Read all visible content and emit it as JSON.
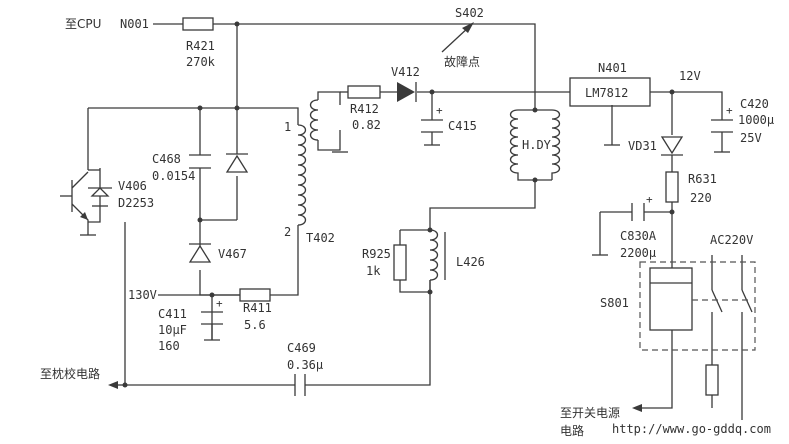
{
  "labels": {
    "to_cpu": "至CPU",
    "n001": "N001",
    "r421_name": "R421",
    "r421_val": "270k",
    "s402": "S402",
    "fault_point": "故障点",
    "v412": "V412",
    "r412_name": "R412",
    "r412_val": "0.82",
    "c415": "C415",
    "n401": "N401",
    "lm7812": "LM7812",
    "v12": "12V",
    "c420_name": "C420",
    "c420_val1": "1000μ",
    "c420_val2": "25V",
    "c468_name": "C468",
    "c468_val": "0.0154",
    "v406": "V406",
    "d2253": "D2253",
    "pin1": "1",
    "pin2": "2",
    "t402": "T402",
    "hdy": "H.DY",
    "vd31": "VD31",
    "r631_name": "R631",
    "r631_val": "220",
    "v467": "V467",
    "r925_name": "R925",
    "r925_val": "1k",
    "l426": "L426",
    "c830a_name": "C830A",
    "c830a_val": "2200μ",
    "ac220v": "AC220V",
    "v130": "130V",
    "c411_name": "C411",
    "c411_val1": "10μF",
    "c411_val2": "160",
    "r411_name": "R411",
    "r411_val": "5.6",
    "s801": "S801",
    "c469_name": "C469",
    "c469_val": "0.36μ",
    "to_pillow": "至枕校电路",
    "to_switch_line1": "至开关电源",
    "to_switch_line2": "电路",
    "watermark": "http://www.go-gddq.com"
  },
  "colors": {
    "line": "#3a3a3a",
    "text": "#333333",
    "watermark": "#777777"
  }
}
